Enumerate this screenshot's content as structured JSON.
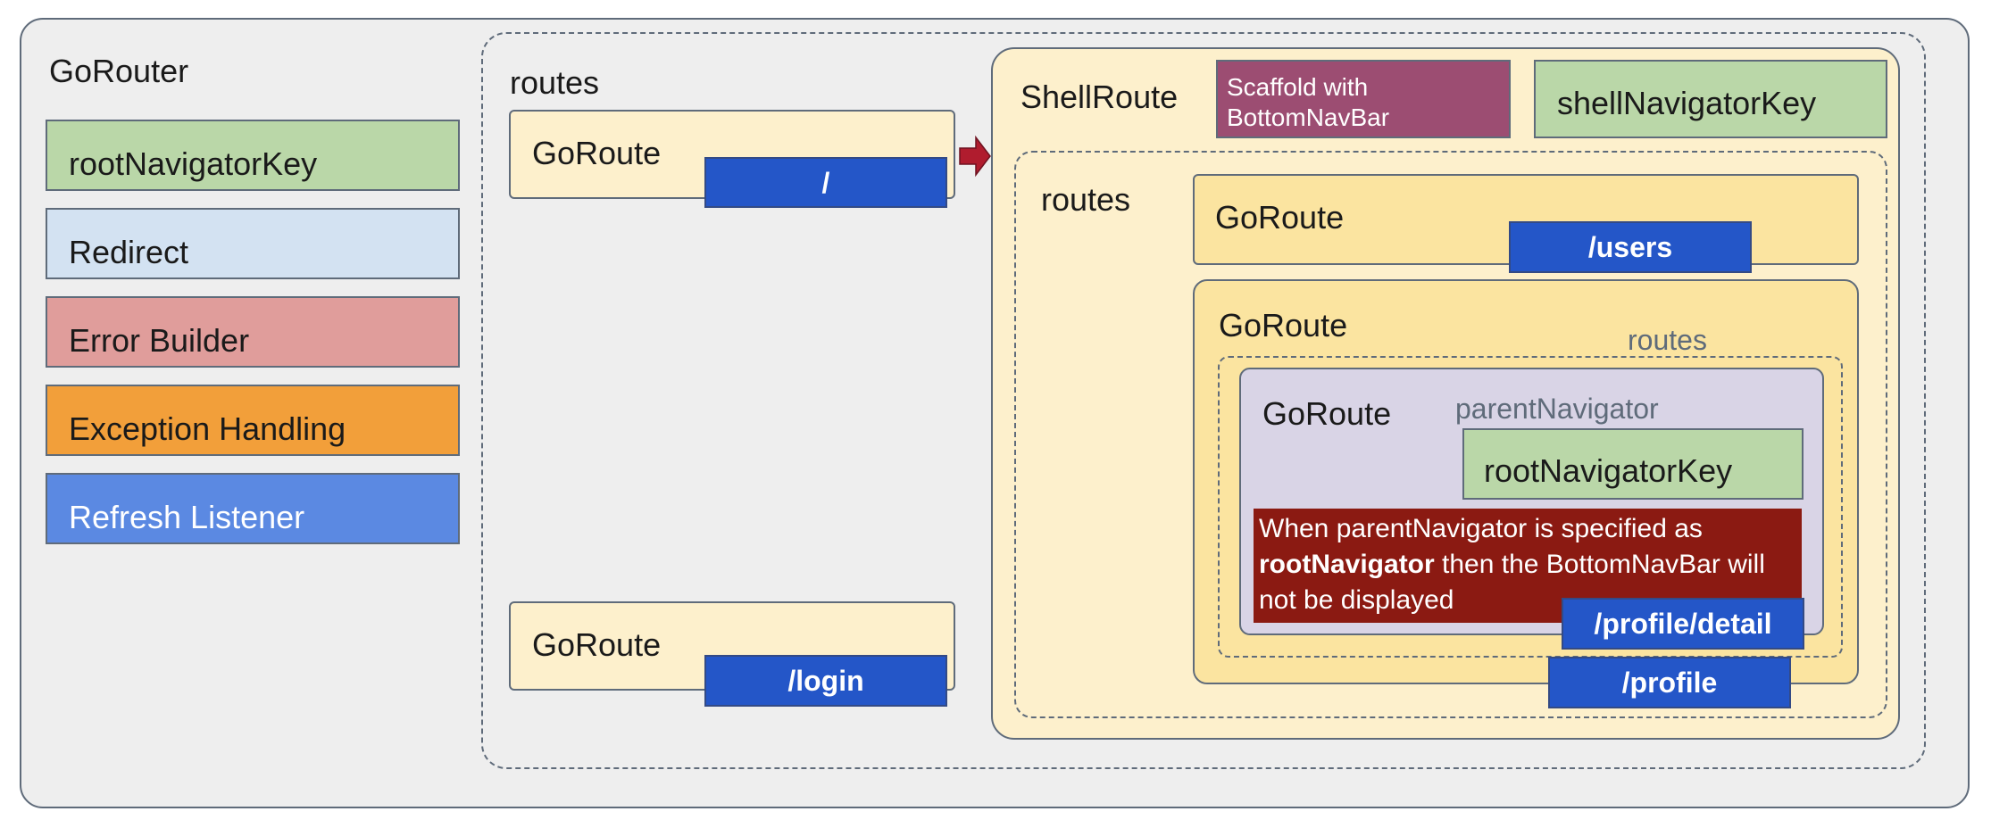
{
  "gorouter": {
    "title": "GoRouter",
    "properties": [
      {
        "label": "rootNavigatorKey",
        "color": "#bad7a8"
      },
      {
        "label": "Redirect",
        "color": "#d3e2f2"
      },
      {
        "label": "Error Builder",
        "color": "#e09d9b"
      },
      {
        "label": "Exception Handling",
        "color": "#f29f3a"
      },
      {
        "label": "Refresh Listener",
        "color": "#5b89e2"
      }
    ],
    "routes_label": "routes",
    "routes": [
      {
        "title": "GoRoute",
        "path": "/"
      },
      {
        "title": "GoRoute",
        "path": "/login"
      }
    ]
  },
  "shell_route": {
    "title": "ShellRoute",
    "builder_label": "Scaffold with BottomNavBar",
    "builder_color": "#9c4d72",
    "navigator_key": "shellNavigatorKey",
    "routes_label": "routes",
    "users_route": {
      "title": "GoRoute",
      "path": "/users"
    },
    "profile_route": {
      "title": "GoRoute",
      "path": "/profile",
      "routes_label": "routes",
      "detail_route": {
        "title": "GoRoute",
        "parent_navigator_label": "parentNavigator",
        "parent_navigator_value": "rootNavigatorKey",
        "path": "/profile/detail",
        "note": {
          "line1": "When parentNavigator is specified as",
          "line2_bold": "rootNavigator",
          "line2_rest": " then the BottomNavBar will",
          "line3": "not be displayed"
        }
      }
    }
  },
  "colors": {
    "frame_bg": "#eeeeee",
    "route_bg": "#fdf0cc",
    "route_bg_dark": "#fbe4a0",
    "path_blue": "#2456c8",
    "arrow": "#b01c2e",
    "note_bg": "#8b1a12",
    "detail_bg": "#d9d4e6"
  }
}
